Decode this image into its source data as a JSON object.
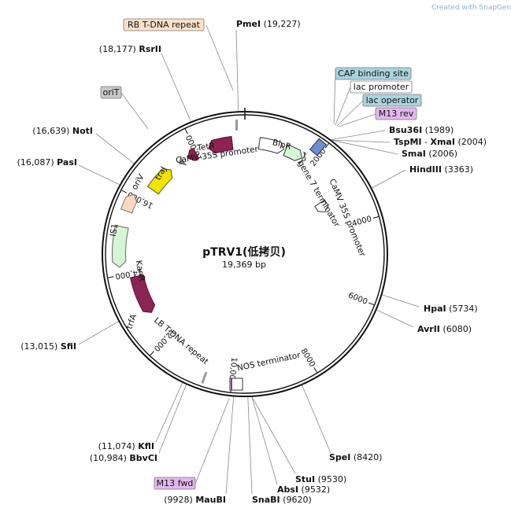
{
  "watermark": "Created with SnapGene®",
  "plasmid": {
    "name": "pTRV1(低拷贝)",
    "length_label": "19,369 bp",
    "total_bp": 19369
  },
  "colors": {
    "backbone": "#111111",
    "kanR": "#d5f5d5",
    "trfA": "#8b2454",
    "tetR": "#8b2454",
    "traJ": "#8b2454",
    "oriV": "#f0e400",
    "IS1": "#fad9bf",
    "BlpR": "#d5f5d5",
    "promoter": "#ffffff",
    "rb_box": "#fbe0c8",
    "orit_box": "#c8c8c8",
    "cap_box": "#a8d4df",
    "lac_box": "#ffffff",
    "m13_box": "#e3b7f0"
  },
  "ticks": [
    {
      "label": "2000",
      "pos": 2000
    },
    {
      "label": "4000",
      "pos": 4000
    },
    {
      "label": "6000",
      "pos": 6000
    },
    {
      "label": "8000",
      "pos": 8000
    },
    {
      "label": "10,000",
      "pos": 10000
    },
    {
      "label": "12,000",
      "pos": 12000
    },
    {
      "label": "14,000",
      "pos": 14000
    },
    {
      "label": "16,000",
      "pos": 16000
    },
    {
      "label": "18,000",
      "pos": 18000
    }
  ],
  "sites": [
    {
      "name": "PmeI",
      "pos_label": "(19,227)",
      "pos": 19227
    },
    {
      "name": "RsrII",
      "pos_label": "(18,177)",
      "pos": 18177
    },
    {
      "name": "NotI",
      "pos_label": "(16,639)",
      "pos": 16639
    },
    {
      "name": "PasI",
      "pos_label": "(16,087)",
      "pos": 16087
    },
    {
      "name": "SfiI",
      "pos_label": "(13,015)",
      "pos": 13015
    },
    {
      "name": "KflI",
      "pos_label": "(11,074)",
      "pos": 11074
    },
    {
      "name": "BbvCI",
      "pos_label": "(10,984)",
      "pos": 10984
    },
    {
      "name": "MauBI",
      "pos_label": "(9928)",
      "pos": 9928
    },
    {
      "name": "SnaBI",
      "pos_label": "(9620)",
      "pos": 9620
    },
    {
      "name": "AbsI",
      "pos_label": "(9532)",
      "pos": 9532
    },
    {
      "name": "StuI",
      "pos_label": "(9530)",
      "pos": 9530
    },
    {
      "name": "SpeI",
      "pos_label": "(8420)",
      "pos": 8420
    },
    {
      "name": "AvrII",
      "pos_label": "(6080)",
      "pos": 6080
    },
    {
      "name": "HpaI",
      "pos_label": "(5734)",
      "pos": 5734
    },
    {
      "name": "HindIII",
      "pos_label": "(3363)",
      "pos": 3363
    },
    {
      "name": "SmaI",
      "pos_label": "(2006)",
      "pos": 2006
    },
    {
      "name": "TspMI",
      "sep": " - ",
      "name2": "XmaI",
      "pos_label": "(2004)",
      "pos": 2004
    },
    {
      "name": "Bsu36I",
      "pos_label": "(1989)",
      "pos": 1989
    }
  ],
  "boxed_features": [
    {
      "name": "RB T-DNA repeat",
      "color_key": "rb_box",
      "pos": 19100
    },
    {
      "name": "oriT",
      "color_key": "orit_box",
      "pos": 18100
    },
    {
      "name": "CAP binding site",
      "color_key": "cap_box",
      "pos": 1880
    },
    {
      "name": "lac promoter",
      "color_key": "lac_box",
      "pos": 1900
    },
    {
      "name": "lac operator",
      "color_key": "lac_box_op",
      "pos": 1925
    },
    {
      "name": "M13 rev",
      "color_key": "m13_box",
      "pos": 1950
    },
    {
      "name": "M13 fwd",
      "color_key": "m13_box",
      "pos": 9950
    }
  ],
  "inner_labels": {
    "tetR": "TetR",
    "camv1": "CaMV 35S promoter",
    "blpR": "BlpR",
    "gene7": "gene 7 terminator",
    "camv2": "CaMV 35S promoter",
    "traJ": "traJ",
    "oriV": "oriV",
    "IS1": "IS1",
    "kanR": "KanR",
    "trfA": "trfA",
    "lb": "LB T-DNA repeat",
    "nos": "NOS terminator"
  }
}
